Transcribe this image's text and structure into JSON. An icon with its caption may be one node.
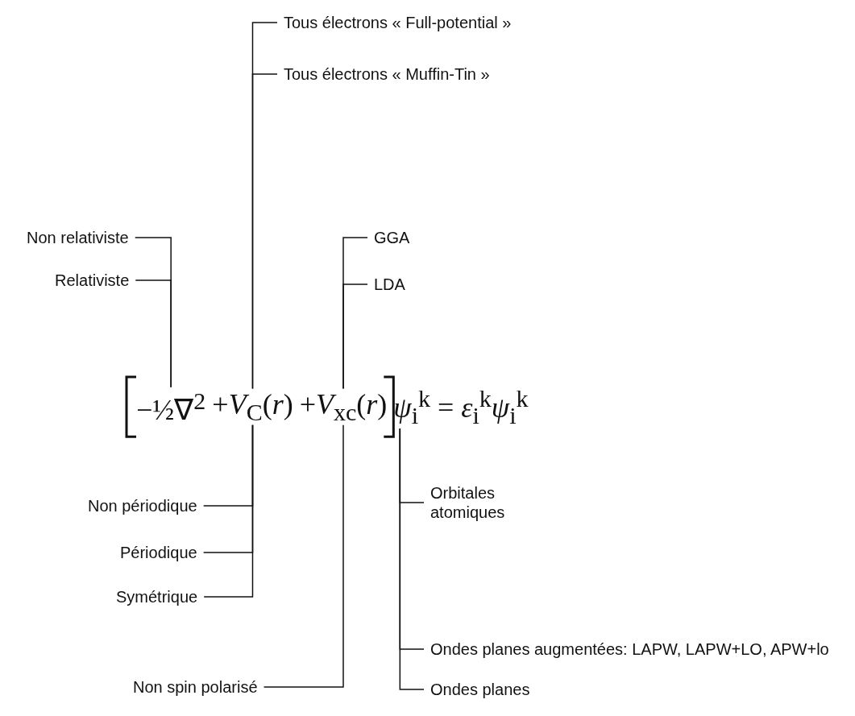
{
  "diagram": {
    "nodes": [
      {
        "text": [
          "Tous électrons « Full-potential »"
        ]
      },
      {
        "text": [
          "Tous électrons « Muffin-Tin »"
        ]
      },
      {
        "text": [
          "Non relativiste"
        ]
      },
      {
        "text": [
          "Relativiste"
        ]
      },
      {
        "text": [
          "GGA"
        ]
      },
      {
        "text": [
          "LDA"
        ]
      },
      {
        "text": [
          "−½∇$^{2}$"
        ]
      },
      {
        "text": [
          "+*V*$_{C}$(*r*)"
        ]
      },
      {
        "text": [
          "+*V*$_{xc}$(*r*)"
        ]
      },
      {
        "text": [
          "*ψ*$_{i}$$^{k}$ = *ε*$_{i}$$^{k}$*ψ*$_{i}$$^{k}$"
        ]
      },
      {
        "text": [
          "Non périodique"
        ]
      },
      {
        "text": [
          "Orbitales atomiques"
        ]
      },
      {
        "text": [
          "Périodique"
        ]
      },
      {
        "text": [
          "Symétrique"
        ]
      },
      {
        "text": [
          "Ondes planes augmentées: LAPW, LAPW+LO, APW+lo"
        ]
      },
      {
        "text": [
          "Non spin polarisé"
        ]
      },
      {
        "text": [
          "Ondes planes"
        ]
      }
    ],
    "edges": [
      {
        "from": 6,
        "to": 2,
        "arrow": "none"
      },
      {
        "from": 6,
        "to": 3,
        "arrow": "none"
      },
      {
        "from": 7,
        "to": 0,
        "arrow": "none"
      },
      {
        "from": 7,
        "to": 1,
        "arrow": "none"
      },
      {
        "from": 8,
        "to": 4,
        "arrow": "none"
      },
      {
        "from": 8,
        "to": 5,
        "arrow": "none"
      },
      {
        "from": 7,
        "to": 10,
        "arrow": "none"
      },
      {
        "from": 7,
        "to": 12,
        "arrow": "none"
      },
      {
        "from": 7,
        "to": 13,
        "arrow": "none"
      },
      {
        "from": 9,
        "to": 11,
        "arrow": "none"
      },
      {
        "from": 9,
        "to": 14,
        "arrow": "none"
      },
      {
        "from": 9,
        "to": 16,
        "arrow": "none"
      },
      {
        "from": 8,
        "to": 15,
        "arrow": "none"
      }
    ]
  }
}
